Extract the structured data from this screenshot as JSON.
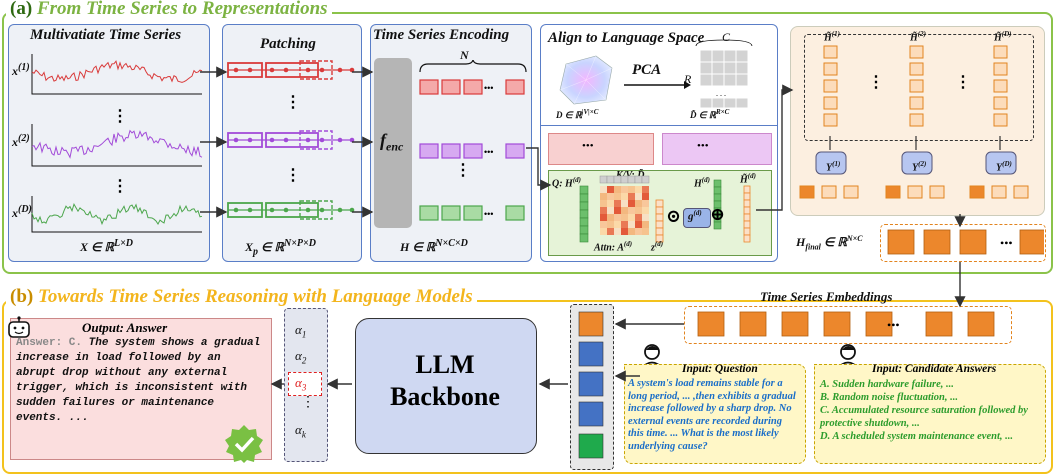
{
  "section_a": {
    "label": "(a)",
    "title": "From Time Series to Representations"
  },
  "section_b": {
    "label": "(b)",
    "title": "Towards Time Series Reasoning with Language Models"
  },
  "mts": {
    "title": "Multivatiate Time Series",
    "var1": "x",
    "var1_sup": "(1)",
    "var2": "x",
    "var2_sup": "(2)",
    "var3": "x",
    "var3_sup": "(D)",
    "formula": "X ∈ ℝ",
    "formula_sup": "L×D",
    "dots": "⋮"
  },
  "patching": {
    "title": "Patching",
    "formula": "X",
    "formula_sub": "p",
    "formula_rest": " ∈ ℝ",
    "formula_sup": "N×P×D",
    "dots": "⋮"
  },
  "encoding": {
    "title": "Time Series Encoding",
    "n_label": "N",
    "fenc": "f",
    "fenc_sub": "enc",
    "formula": "H ∈ ℝ",
    "formula_sup": "N×C×D",
    "ellipsis": "•••",
    "dots": "⋮"
  },
  "align": {
    "title": "Align to Language Space",
    "pca": "PCA",
    "c_label": "C",
    "r_label": "R",
    "d_formula": "D ∈ ℝ",
    "d_sup": "|V|×C",
    "dt_formula": "D̃ ∈ ℝ",
    "dt_sup": "R×C",
    "ellipsis": "•••",
    "q_label": "Q: H",
    "q_sup": "(d)",
    "kv_label": "K/V: D̃",
    "h_label": "H",
    "h_sup": "(d)",
    "ht_label": "H̃",
    "ht_sup": "(d)",
    "attn_label": "Attn: A",
    "attn_sup": "(d)",
    "z_label": "z",
    "z_sup": "(d)",
    "g_label": "g",
    "g_sup": "(d)",
    "odot": "⊙",
    "oplus": "⊕"
  },
  "gating": {
    "h1": "H̃",
    "h1_sup": "(1)",
    "h2": "H̃",
    "h2_sup": "(2)",
    "h3": "H̃",
    "h3_sup": "(D)",
    "y1": "Y",
    "y1_sup": "(1)",
    "y2": "Y",
    "y2_sup": "(2)",
    "y3": "Y",
    "y3_sup": "(D)",
    "hdots": "⋮",
    "final": "H",
    "final_sub": "final",
    "final_rest": " ∈ ℝ",
    "final_sup": "N×C",
    "ellipsis": "•••"
  },
  "embeddings": {
    "title": "Time Series Embeddings",
    "ellipsis": "•••"
  },
  "llm": {
    "line1": "LLM",
    "line2": "Backbone"
  },
  "alphas": {
    "a1": "α",
    "a1_sub": "1",
    "a2": "α",
    "a2_sub": "2",
    "a3": "α",
    "a3_sub": "3",
    "ak": "α",
    "ak_sub": "k",
    "dots": "⋮"
  },
  "output": {
    "title": "Output: Answer",
    "answer_prefix": "Answer: C.",
    "answer_text": "The system shows a gradual increase in load followed by an abrupt drop without any external trigger, which is inconsistent with sudden failures or maintenance events. ..."
  },
  "question": {
    "title": "Input: Question",
    "text": "A system's load remains stable for a long period, ... ,then exhibits a gradual increase followed by a sharp drop. No external events are recorded during this time. ... What is the most likely underlying cause?"
  },
  "candidates": {
    "title": "Input: Candidate Answers",
    "items": [
      {
        "letter": "A.",
        "text": "Sudden hardware failure, ..."
      },
      {
        "letter": "B.",
        "text": "Random noise fluctuation, ..."
      },
      {
        "letter": "C.",
        "text": "Accumulated resource saturation followed by protective shutdown, ..."
      },
      {
        "letter": "D.",
        "text": "A scheduled system maintenance event, ..."
      }
    ]
  },
  "colors": {
    "red": "#d93b3b",
    "purple": "#a24bd8",
    "green": "#4ca64c",
    "orange": "#ec872c",
    "blue": "#4472c4",
    "llm_bg": "#cfd8f2"
  }
}
